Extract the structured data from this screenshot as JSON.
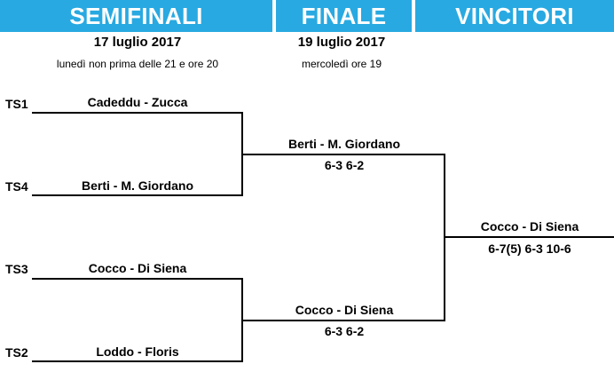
{
  "headers": {
    "semifinali": "SEMIFINALI",
    "finale": "FINALE",
    "vincitori": "VINCITORI"
  },
  "semifinali": {
    "date": "17 luglio 2017",
    "note": "lunedì non prima delle 21 e ore 20",
    "matches": [
      {
        "seed": "TS1",
        "players": "Cadeddu - Zucca"
      },
      {
        "seed": "TS4",
        "players": "Berti - M. Giordano"
      },
      {
        "seed": "TS3",
        "players": "Cocco - Di Siena"
      },
      {
        "seed": "TS2",
        "players": "Loddo - Floris"
      }
    ]
  },
  "finale": {
    "date": "19 luglio 2017",
    "note": "mercoledì ore 19",
    "matches": [
      {
        "players": "Berti - M. Giordano",
        "score": "6-3 6-2"
      },
      {
        "players": "Cocco - Di Siena",
        "score": "6-3 6-2"
      }
    ]
  },
  "vincitori": {
    "players": "Cocco - Di Siena",
    "score": "6-7(5) 6-3 10-6"
  },
  "colors": {
    "header_bg": "#28a9e1",
    "header_text": "#ffffff"
  }
}
